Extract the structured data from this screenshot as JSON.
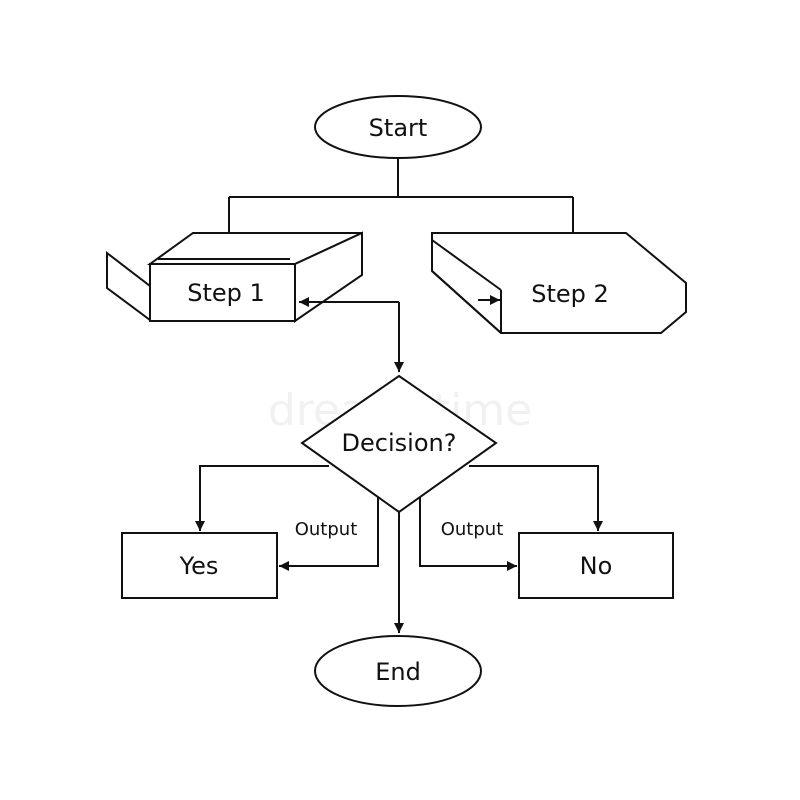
{
  "diagram": {
    "watermark": "dreamstime",
    "nodes": {
      "start": "Start",
      "step1": "Step 1",
      "step2": "Step 2",
      "decision": "Decision?",
      "yes": "Yes",
      "no": "No",
      "end": "End"
    },
    "edge_labels": {
      "left_output": "Output",
      "right_output": "Output"
    }
  }
}
